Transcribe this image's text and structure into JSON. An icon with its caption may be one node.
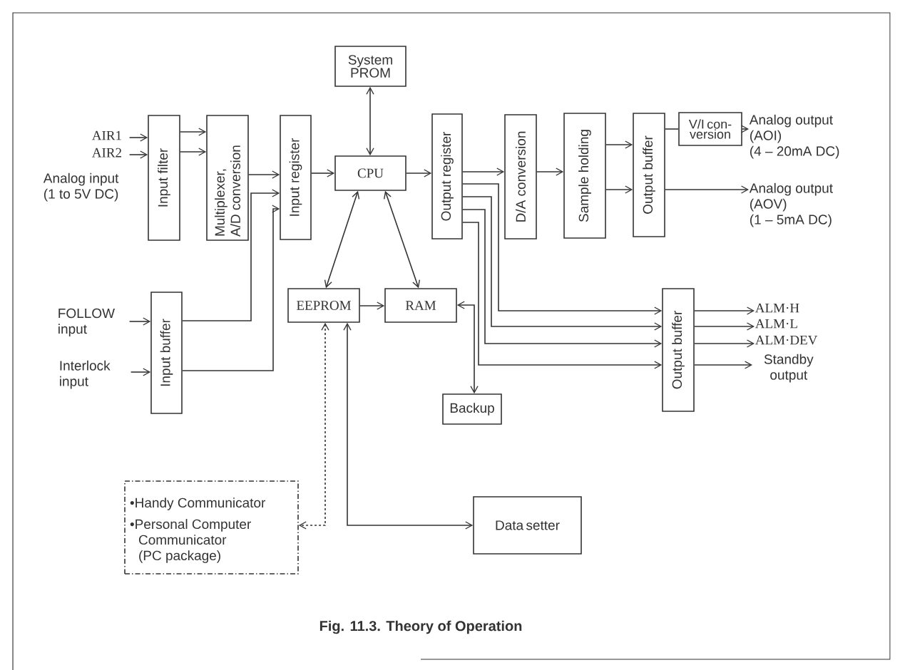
{
  "diagram": {
    "caption": "Fig. 11.3. Theory of Operation",
    "nodes": [
      {
        "text": [
          "System PROM"
        ]
      },
      {
        "text": [
          "Input filter"
        ]
      },
      {
        "text": [
          "Multiplexer, A/D conversion"
        ]
      },
      {
        "text": [
          "Input register"
        ]
      },
      {
        "text": [
          "CPU"
        ]
      },
      {
        "text": [
          "Output register"
        ]
      },
      {
        "text": [
          "D/A conversion"
        ]
      },
      {
        "text": [
          "Sample holding"
        ]
      },
      {
        "text": [
          "Output buffer"
        ]
      },
      {
        "text": [
          "V/I con- version"
        ]
      },
      {
        "text": [
          "Analog output (AOI) (4 – 20mA DC)"
        ]
      },
      {
        "text": [
          "Analog output (AOV) (1 – 5mA DC)"
        ]
      },
      {
        "text": [
          "AIR1"
        ]
      },
      {
        "text": [
          "AIR2"
        ]
      },
      {
        "text": [
          "Input buffer"
        ]
      },
      {
        "text": [
          "FOLLOW input"
        ]
      },
      {
        "text": [
          "Interlock input"
        ]
      },
      {
        "text": [
          "EEPROM"
        ]
      },
      {
        "text": [
          "RAM"
        ]
      },
      {
        "text": [
          "Backup"
        ]
      },
      {
        "text": [
          "Output buffer"
        ]
      },
      {
        "text": [
          "ALM·H"
        ]
      },
      {
        "text": [
          "ALM·L"
        ]
      },
      {
        "text": [
          "ALM·DEV"
        ]
      },
      {
        "text": [
          "Standby output"
        ]
      },
      {
        "text": [
          "Data setter"
        ]
      },
      {
        "text": [
          "•Handy Communicator",
          "•Personal Computer Communicator (PC package)"
        ]
      }
    ],
    "edges": [
      {
        "from": 12,
        "to": 1,
        "arrow": "to"
      },
      {
        "from": 13,
        "to": 1,
        "arrow": "to"
      },
      {
        "from": 1,
        "to": 2,
        "arrow": "to"
      },
      {
        "from": 1,
        "to": 2,
        "arrow": "to"
      },
      {
        "from": 2,
        "to": 3,
        "arrow": "to"
      },
      {
        "from": 15,
        "to": 14,
        "arrow": "to"
      },
      {
        "from": 16,
        "to": 14,
        "arrow": "to"
      },
      {
        "from": 14,
        "to": 3,
        "arrow": "to"
      },
      {
        "from": 14,
        "to": 3,
        "arrow": "to"
      },
      {
        "from": 3,
        "to": 4,
        "arrow": "to"
      },
      {
        "from": 0,
        "to": 4,
        "arrow": "both"
      },
      {
        "from": 4,
        "to": 17,
        "arrow": "both"
      },
      {
        "from": 4,
        "to": 18,
        "arrow": "both"
      },
      {
        "from": 17,
        "to": 18,
        "arrow": "to"
      },
      {
        "from": 18,
        "to": 19,
        "arrow": "both"
      },
      {
        "from": 4,
        "to": 5,
        "arrow": "to"
      },
      {
        "from": 5,
        "to": 6,
        "arrow": "to"
      },
      {
        "from": 6,
        "to": 7,
        "arrow": "to"
      },
      {
        "from": 7,
        "to": 8,
        "arrow": "to"
      },
      {
        "from": 7,
        "to": 8,
        "arrow": "to"
      },
      {
        "from": 8,
        "to": 9,
        "arrow": "none"
      },
      {
        "from": 9,
        "to": 10,
        "arrow": "to"
      },
      {
        "from": 8,
        "to": 11,
        "arrow": "to"
      },
      {
        "from": 5,
        "to": 20,
        "arrow": "to"
      },
      {
        "from": 5,
        "to": 20,
        "arrow": "to"
      },
      {
        "from": 5,
        "to": 20,
        "arrow": "to"
      },
      {
        "from": 5,
        "to": 20,
        "arrow": "to"
      },
      {
        "from": 20,
        "to": 21,
        "arrow": "to"
      },
      {
        "from": 20,
        "to": 22,
        "arrow": "to"
      },
      {
        "from": 20,
        "to": 23,
        "arrow": "to"
      },
      {
        "from": 20,
        "to": 24,
        "arrow": "to"
      },
      {
        "from": 17,
        "to": 25,
        "arrow": "both"
      },
      {
        "from": 17,
        "to": 26,
        "arrow": "both",
        "style": "dashed"
      }
    ],
    "labels": [
      "Analog input (1 to 5V DC)"
    ]
  }
}
